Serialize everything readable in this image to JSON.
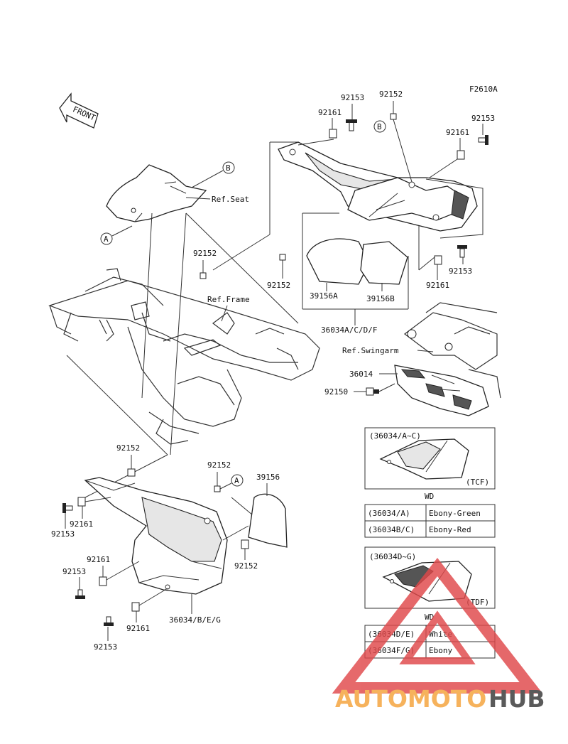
{
  "figure_code": "F2610A",
  "front_label": "FRONT",
  "refs": {
    "seat": "Ref.Seat",
    "frame": "Ref.Frame",
    "swingarm": "Ref.Swingarm"
  },
  "callouts": {
    "a": "A",
    "b": "B"
  },
  "parts": {
    "p92153": "92153",
    "p92152": "92152",
    "p92161": "92161",
    "p39156A": "39156A",
    "p39156B": "39156B",
    "p39156": "39156",
    "p36034ACDF": "36034A/C/D/F",
    "p36034BEG": "36034/B/E/G",
    "p36014": "36014",
    "p92150": "92150"
  },
  "inset1": {
    "title": "(36034/A~C)",
    "tag": "(TCF)",
    "wd": "WD",
    "rows": [
      {
        "code": "(36034/A)",
        "color": "Ebony-Green"
      },
      {
        "code": "(36034B/C)",
        "color": "Ebony-Red"
      }
    ]
  },
  "inset2": {
    "title": "(36034D~G)",
    "tag": "(TDF)",
    "wd": "WD",
    "rows": [
      {
        "code": "(36034D/E)",
        "color": "White"
      },
      {
        "code": "(36034F/G)",
        "color": "Ebony"
      }
    ]
  },
  "watermark": {
    "part1": "AUTOMOTO",
    "part2": "HUB",
    "color1": "#f6b25c",
    "color2": "#5a5a5a",
    "logo_color": "#e0484a"
  }
}
